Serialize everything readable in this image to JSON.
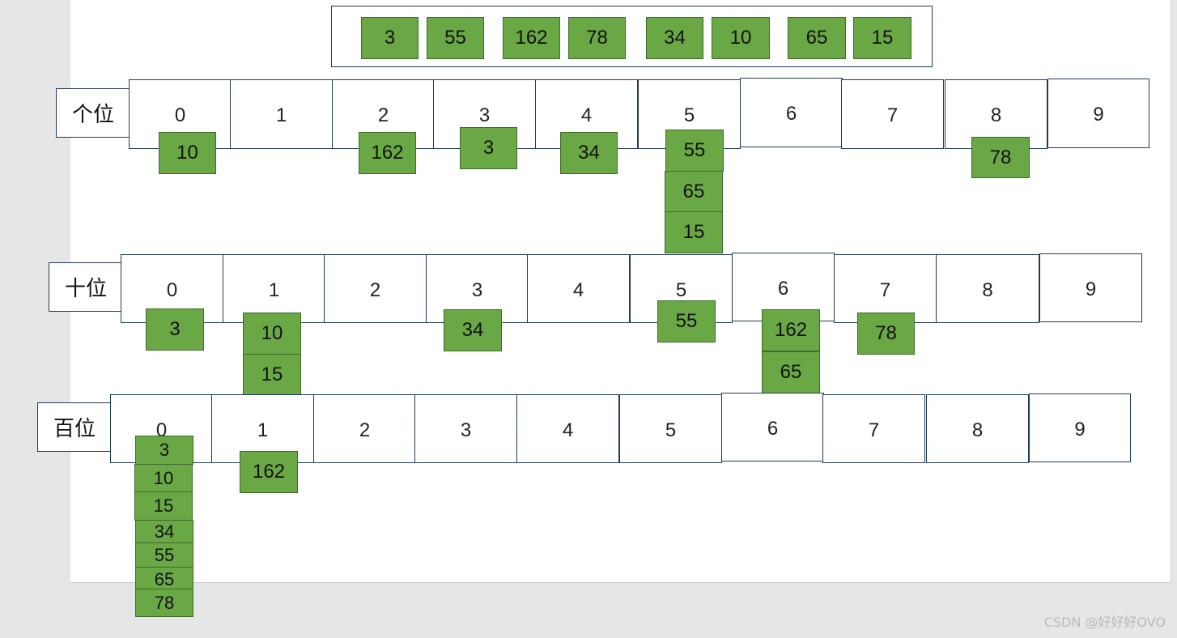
{
  "input_array": [
    "3",
    "55",
    "162",
    "78",
    "34",
    "10",
    "65",
    "15"
  ],
  "passes": [
    {
      "label": "个位",
      "digits": [
        "0",
        "1",
        "2",
        "3",
        "4",
        "5",
        "6",
        "7",
        "8",
        "9"
      ],
      "buckets": [
        {
          "digit": "0",
          "items": [
            "10"
          ]
        },
        {
          "digit": "2",
          "items": [
            "162"
          ]
        },
        {
          "digit": "3",
          "items": [
            "3"
          ]
        },
        {
          "digit": "4",
          "items": [
            "34"
          ]
        },
        {
          "digit": "5",
          "items": [
            "55",
            "65",
            "15"
          ]
        },
        {
          "digit": "8",
          "items": [
            "78"
          ]
        }
      ]
    },
    {
      "label": "十位",
      "digits": [
        "0",
        "1",
        "2",
        "3",
        "4",
        "5",
        "6",
        "7",
        "8",
        "9"
      ],
      "buckets": [
        {
          "digit": "0",
          "items": [
            "3"
          ]
        },
        {
          "digit": "1",
          "items": [
            "10",
            "15"
          ]
        },
        {
          "digit": "3",
          "items": [
            "34"
          ]
        },
        {
          "digit": "5",
          "items": [
            "55"
          ]
        },
        {
          "digit": "6",
          "items": [
            "162",
            "65"
          ]
        },
        {
          "digit": "7",
          "items": [
            "78"
          ]
        }
      ]
    },
    {
      "label": "百位",
      "digits": [
        "0",
        "1",
        "2",
        "3",
        "4",
        "5",
        "6",
        "7",
        "8",
        "9"
      ],
      "buckets": [
        {
          "digit": "0",
          "items": [
            "3",
            "10",
            "15",
            "34",
            "55",
            "65",
            "78"
          ]
        },
        {
          "digit": "1",
          "items": [
            "162"
          ]
        }
      ]
    }
  ],
  "watermark": "CSDN @好好好OVO"
}
